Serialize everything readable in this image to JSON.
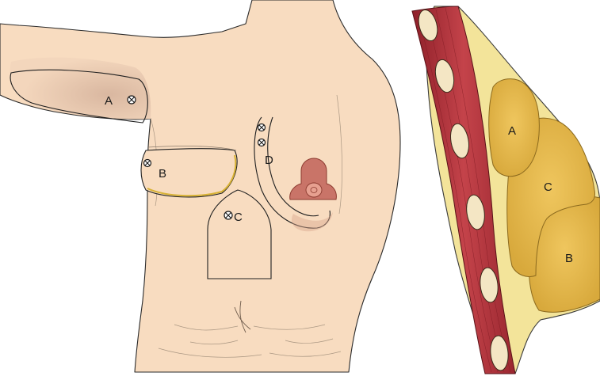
{
  "front_view": {
    "flaps": [
      {
        "id": "A",
        "label": "A"
      },
      {
        "id": "B",
        "label": "B"
      },
      {
        "id": "C",
        "label": "C"
      },
      {
        "id": "D",
        "label": "D"
      }
    ]
  },
  "cross_section": {
    "compartments": [
      {
        "id": "A",
        "label": "A"
      },
      {
        "id": "C",
        "label": "C"
      },
      {
        "id": "B",
        "label": "B"
      }
    ]
  },
  "colors": {
    "skin": "#f8dcc0",
    "fat": "#e9c25a",
    "fat_light": "#f3e49a",
    "muscle": "#b8333b",
    "rib": "#f4e6c4",
    "areola": "#c97468"
  }
}
